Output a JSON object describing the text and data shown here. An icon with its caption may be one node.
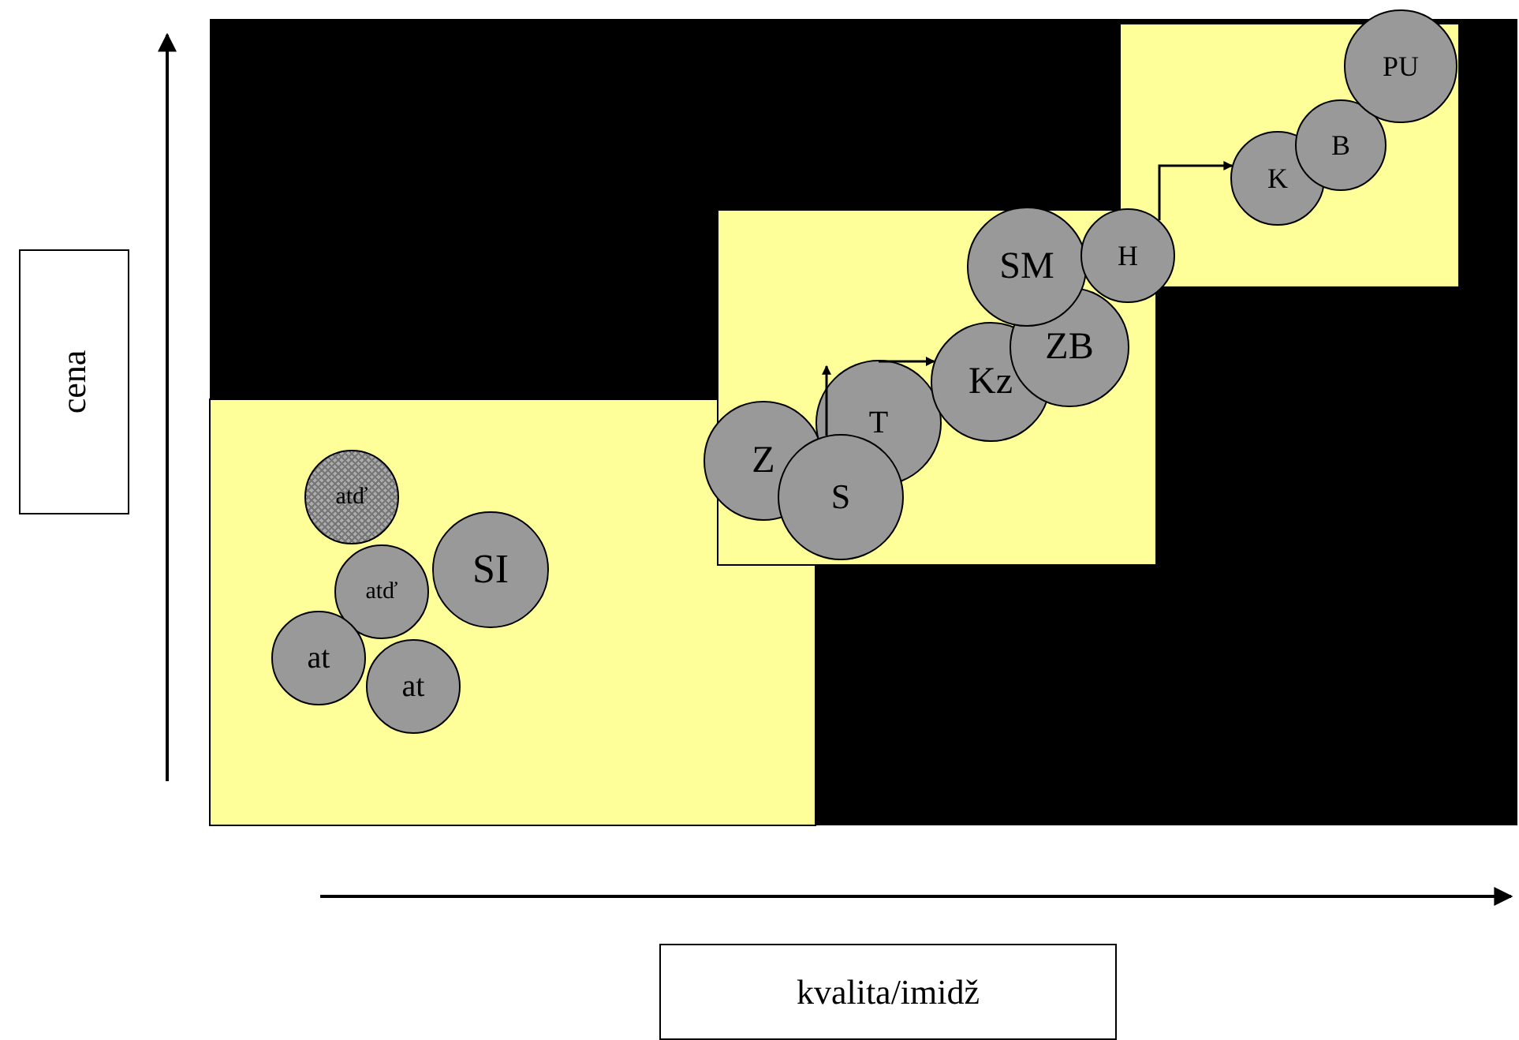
{
  "diagram": {
    "nodes": [
      {
        "text": [
          "cena"
        ]
      },
      {
        "text": [
          "atď"
        ]
      },
      {
        "text": [
          "atď"
        ]
      },
      {
        "text": [
          "SI"
        ]
      },
      {
        "text": [
          "at"
        ]
      },
      {
        "text": [
          "at"
        ]
      },
      {
        "text": [
          "Z"
        ]
      },
      {
        "text": [
          "T"
        ]
      },
      {
        "text": [
          "S"
        ]
      },
      {
        "text": [
          "Kz"
        ]
      },
      {
        "text": [
          "ZB"
        ]
      },
      {
        "text": [
          "SM"
        ]
      },
      {
        "text": [
          "H"
        ]
      },
      {
        "text": [
          "K"
        ]
      },
      {
        "text": [
          "B"
        ]
      },
      {
        "text": [
          "PU"
        ]
      },
      {
        "text": [
          "kvalita/imidž"
        ]
      }
    ],
    "edges": [
      {
        "from": 8,
        "to": 7,
        "arrow": "to"
      },
      {
        "from": 7,
        "to": 9,
        "arrow": "to"
      },
      {
        "from": 12,
        "to": 13,
        "arrow": "to"
      }
    ]
  }
}
